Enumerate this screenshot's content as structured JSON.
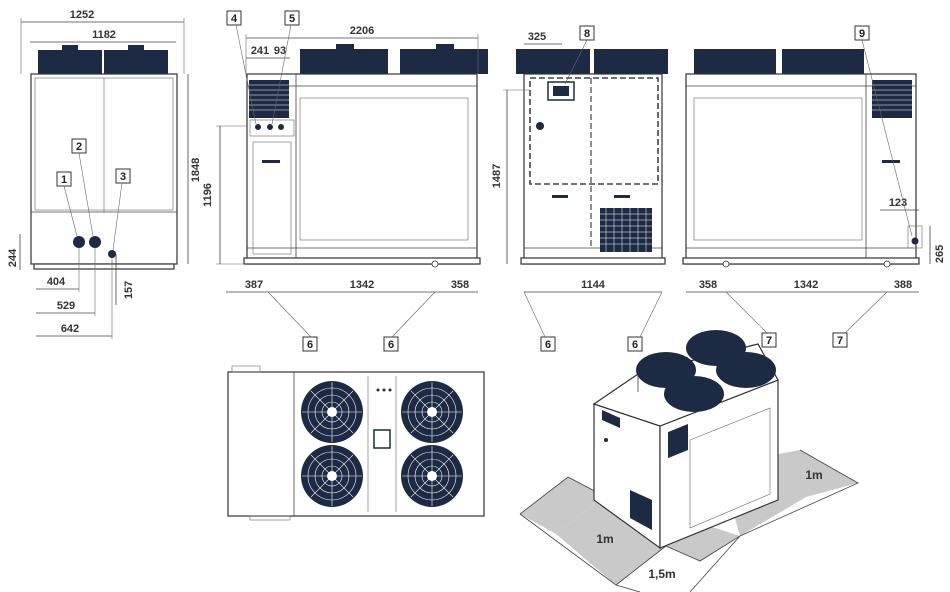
{
  "colors": {
    "fan": "#1c2a44",
    "shade": "#c9c9c9",
    "line": "#333333"
  },
  "side_view": {
    "dims": {
      "w_total": "1252",
      "w_inner": "1182",
      "height": "1848",
      "h_conn": "244",
      "x1": "404",
      "x2": "529",
      "x3": "642",
      "h_drain": "157"
    },
    "callouts": {
      "c1": "1",
      "c2": "2",
      "c3": "3"
    }
  },
  "front_view": {
    "dims": {
      "length": "2206",
      "a": "241",
      "b": "93",
      "h_panel": "1196",
      "left": "387",
      "middle": "1342",
      "right": "358"
    },
    "callouts": {
      "c4": "4",
      "c5": "5",
      "c6a": "6",
      "c6b": "6"
    }
  },
  "back_view": {
    "dims": {
      "top": "325",
      "h": "1487",
      "width": "1144"
    },
    "callouts": {
      "c8": "8",
      "c6a": "6",
      "c6b": "6"
    }
  },
  "right_view": {
    "dims": {
      "left": "358",
      "middle": "1342",
      "right": "388",
      "side": "123",
      "bottom": "265"
    },
    "callouts": {
      "c9": "9",
      "c7a": "7",
      "c7b": "7"
    }
  },
  "clearance": {
    "right": "1m",
    "front": "1m",
    "bottom": "1,5m"
  }
}
